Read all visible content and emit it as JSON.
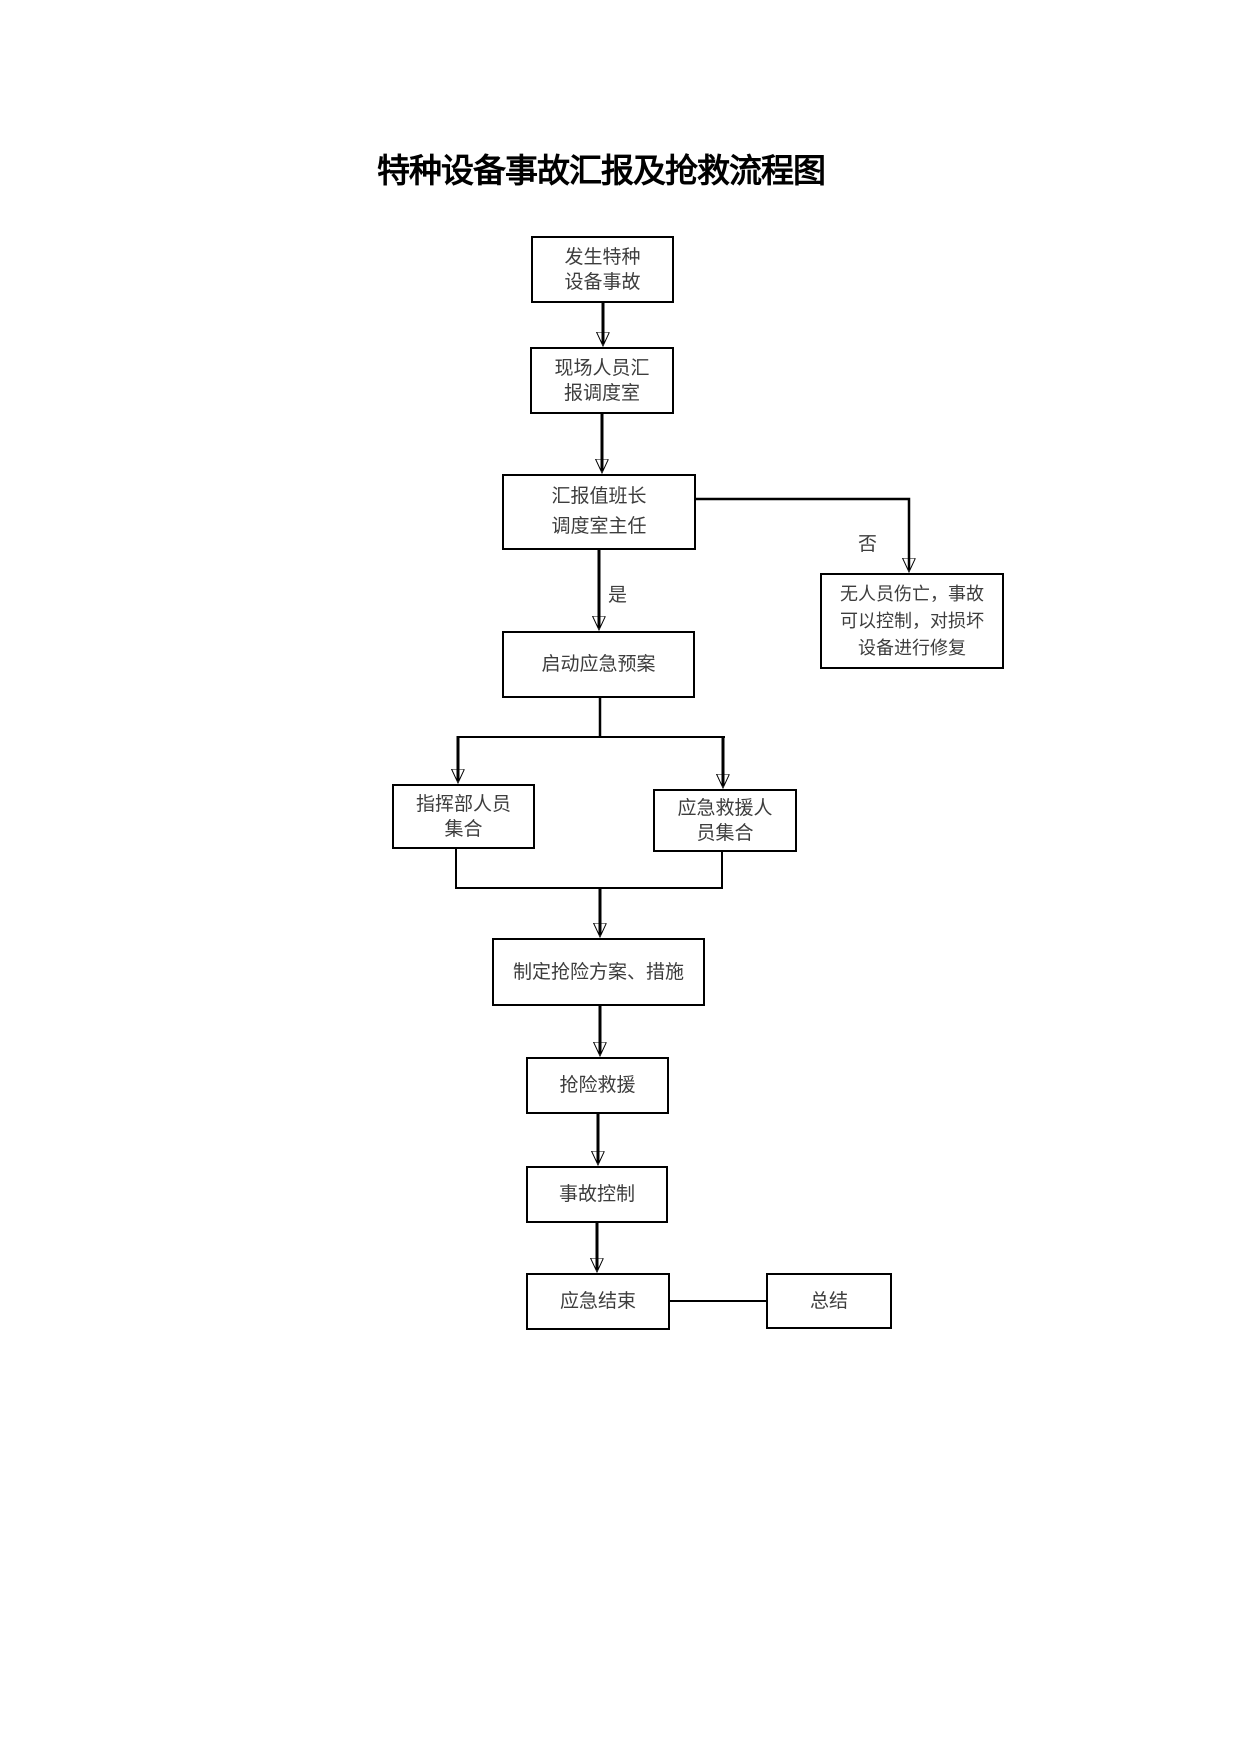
{
  "page": {
    "background_color": "#ffffff",
    "line_color": "#000000",
    "text_color": "#3d3d3d"
  },
  "diagram": {
    "title": "特种设备事故汇报及抢救流程图",
    "nodes": {
      "accident_occur": {
        "text": "发生特种\n设备事故"
      },
      "site_report": {
        "text": "现场人员汇\n报调度室"
      },
      "report_leader": {
        "text": "汇报值班长\n调度室主任"
      },
      "no_casualty": {
        "text": "无人员伤亡，事故\n可以控制，对损坏\n设备进行修复"
      },
      "start_plan": {
        "text": "启动应急预案"
      },
      "command_staff": {
        "text": "指挥部人员\n集合"
      },
      "rescue_staff": {
        "text": "应急救援人\n员集合"
      },
      "make_plan": {
        "text": "制定抢险方案、措施"
      },
      "rescue": {
        "text": "抢险救援"
      },
      "accident_control": {
        "text": "事故控制"
      },
      "emergency_end": {
        "text": "应急结束"
      },
      "summary": {
        "text": "总结"
      }
    },
    "edge_labels": {
      "yes": "是",
      "no": "否"
    }
  }
}
